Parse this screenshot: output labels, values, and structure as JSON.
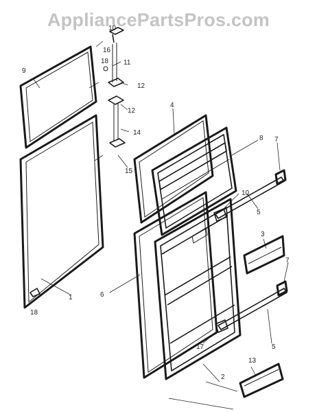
{
  "watermark": "AppliancePartsPros.com",
  "part_labels": [
    {
      "id": "1",
      "text": "1"
    },
    {
      "id": "2",
      "text": "2"
    },
    {
      "id": "3",
      "text": "3"
    },
    {
      "id": "4",
      "text": "4"
    },
    {
      "id": "5a",
      "text": "5"
    },
    {
      "id": "5b",
      "text": "5"
    },
    {
      "id": "6",
      "text": "6"
    },
    {
      "id": "7a",
      "text": "7"
    },
    {
      "id": "7b",
      "text": "7"
    },
    {
      "id": "8",
      "text": "8"
    },
    {
      "id": "9",
      "text": "9"
    },
    {
      "id": "10a",
      "text": "10"
    },
    {
      "id": "10b",
      "text": "10"
    },
    {
      "id": "11",
      "text": "11"
    },
    {
      "id": "12a",
      "text": "12"
    },
    {
      "id": "12b",
      "text": "12"
    },
    {
      "id": "13",
      "text": "13"
    },
    {
      "id": "14",
      "text": "14"
    },
    {
      "id": "15",
      "text": "15"
    },
    {
      "id": "16",
      "text": "16"
    },
    {
      "id": "17",
      "text": "17"
    },
    {
      "id": "18a",
      "text": "18"
    },
    {
      "id": "18b",
      "text": "18"
    }
  ],
  "colors": {
    "line": "#1a1a1a",
    "watermark": "#c4c4c4",
    "background": "#ffffff"
  }
}
